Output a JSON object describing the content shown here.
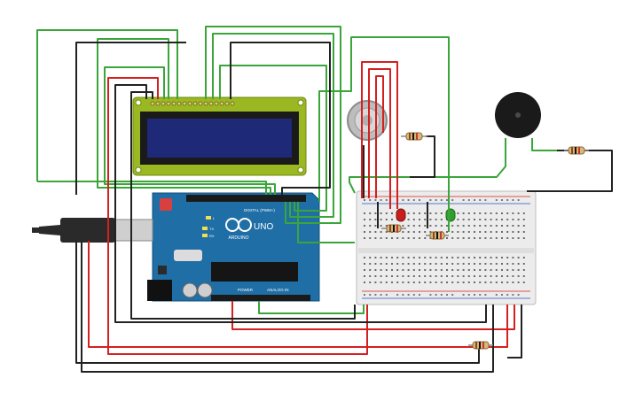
{
  "colors": {
    "background": "#ffffff",
    "wire_green": "#3aa63a",
    "wire_red": "#d42020",
    "wire_black": "#222222",
    "arduino_blue": "#1f6ea6",
    "lcd_green": "#9ab822",
    "lcd_screen": "#1e2a78",
    "breadboard": "#ececec",
    "buzzer": "#1a1a1a",
    "gas_sensor": "#bdbdbd",
    "led_red": "#c81e1e",
    "led_green": "#2f9e2f"
  },
  "components": {
    "lcd_display": {
      "type": "16x2 LCD"
    },
    "arduino": {
      "type": "Arduino Uno",
      "brand_label": "ARDUINO",
      "model_label": "UNO",
      "digital_label": "DIGITAL (PWM~)",
      "power_label": "POWER",
      "analog_label": "ANALOG IN",
      "tx_label": "TX",
      "rx_label": "RX",
      "l_label": "L"
    },
    "breadboard": {
      "type": "full breadboard"
    },
    "gas_sensor": {
      "type": "gas sensor"
    },
    "buzzer": {
      "type": "piezo buzzer"
    },
    "red_led": {
      "type": "LED",
      "color": "red"
    },
    "green_led": {
      "type": "LED",
      "color": "green"
    },
    "resistors": {
      "count": 5
    },
    "usb_cable": {
      "type": "USB cable"
    }
  }
}
